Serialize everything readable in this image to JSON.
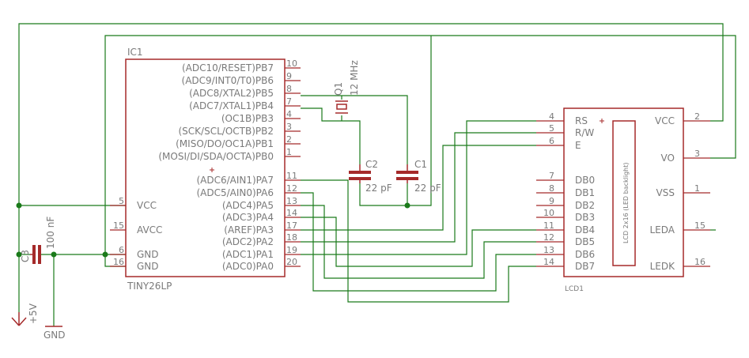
{
  "ic1": {
    "name": "IC1",
    "value": "TINY26LP",
    "left_pins": [
      {
        "label": "VCC",
        "num": "5"
      },
      {
        "label": "AVCC",
        "num": "15"
      },
      {
        "label": "GND",
        "num": "6"
      },
      {
        "label": "GND",
        "num": "16"
      }
    ],
    "right_pins": [
      {
        "label": "(ADC10/RESET)PB7",
        "num": "10"
      },
      {
        "label": "(ADC9/INT0/T0)PB6",
        "num": "9"
      },
      {
        "label": "(ADC8/XTAL2)PB5",
        "num": "8"
      },
      {
        "label": "(ADC7/XTAL1)PB4",
        "num": "7"
      },
      {
        "label": "(OC1B)PB3",
        "num": "4"
      },
      {
        "label": "(SCK/SCL/OCTB)PB2",
        "num": "3"
      },
      {
        "label": "(MISO/DO/OC1A)PB1",
        "num": "2"
      },
      {
        "label": "(MOSI/DI/SDA/OCTA)PB0",
        "num": "1"
      },
      {
        "label": "(ADC6/AIN1)PA7",
        "num": "11"
      },
      {
        "label": "(ADC5/AIN0)PA6",
        "num": "12"
      },
      {
        "label": "(ADC4)PA5",
        "num": "13"
      },
      {
        "label": "(ADC3)PA4",
        "num": "14"
      },
      {
        "label": "(AREF)PA3",
        "num": "17"
      },
      {
        "label": "(ADC2)PA2",
        "num": "18"
      },
      {
        "label": "(ADC1)PA1",
        "num": "19"
      },
      {
        "label": "(ADC0)PA0",
        "num": "20"
      }
    ]
  },
  "q1": {
    "name": "Q1",
    "value": "12 MHz"
  },
  "c1": {
    "name": "C1",
    "value": "22 pF"
  },
  "c2": {
    "name": "C2",
    "value": "22 pF"
  },
  "c3": {
    "name": "C3",
    "value": "100 nF"
  },
  "supply": {
    "vcc": "+5V",
    "gnd": "GND"
  },
  "lcd1": {
    "name": "LCD1",
    "inner_label": "LCD 2x16 (LED backlight)",
    "left_pins": [
      {
        "label": "RS",
        "num": "4"
      },
      {
        "label": "R/W",
        "num": "5"
      },
      {
        "label": "E",
        "num": "6"
      },
      {
        "label": "DB0",
        "num": "7"
      },
      {
        "label": "DB1",
        "num": "8"
      },
      {
        "label": "DB2",
        "num": "9"
      },
      {
        "label": "DB3",
        "num": "10"
      },
      {
        "label": "DB4",
        "num": "11"
      },
      {
        "label": "DB5",
        "num": "12"
      },
      {
        "label": "DB6",
        "num": "13"
      },
      {
        "label": "DB7",
        "num": "14"
      }
    ],
    "right_pins": [
      {
        "label": "VCC",
        "num": "2"
      },
      {
        "label": "VO",
        "num": "3"
      },
      {
        "label": "VSS",
        "num": "1"
      },
      {
        "label": "LEDA",
        "num": "15"
      },
      {
        "label": "LEDK",
        "num": "16"
      }
    ]
  }
}
